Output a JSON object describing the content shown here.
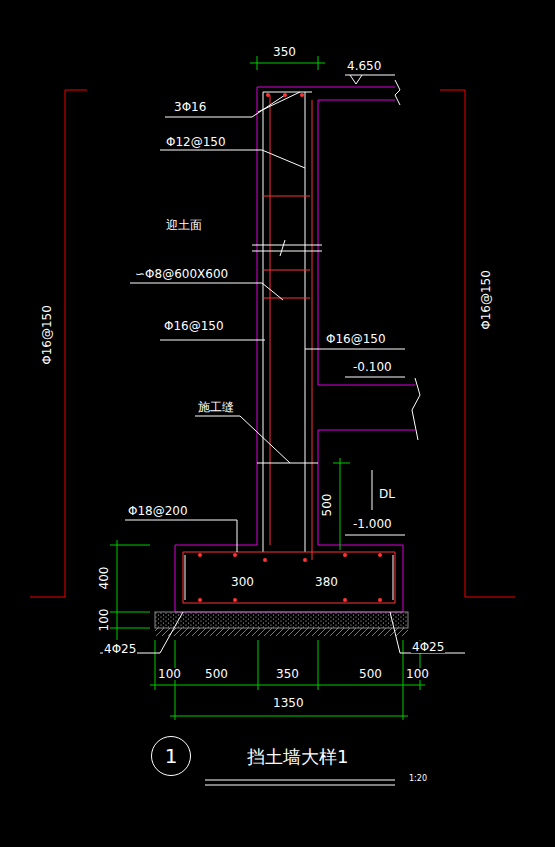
{
  "diagram": {
    "title": "挡土墙大样1",
    "nodes": [
      {
        "text": [
          "1"
        ]
      }
    ],
    "labels": [
      "350",
      "4.650",
      "3Φ16",
      "Φ12@150",
      "迎土面",
      "∽Φ8@600X600",
      "Φ16@150",
      "Φ16@150",
      "-0.100",
      "施工缝",
      "500",
      "DL",
      "-1.000",
      "Φ18@200",
      "300",
      "380",
      "400",
      "100",
      "4Φ25",
      "4Φ25",
      "100",
      "500",
      "350",
      "500",
      "100",
      "1350",
      "Φ16@150",
      "Φ16@150",
      "1:20"
    ]
  }
}
